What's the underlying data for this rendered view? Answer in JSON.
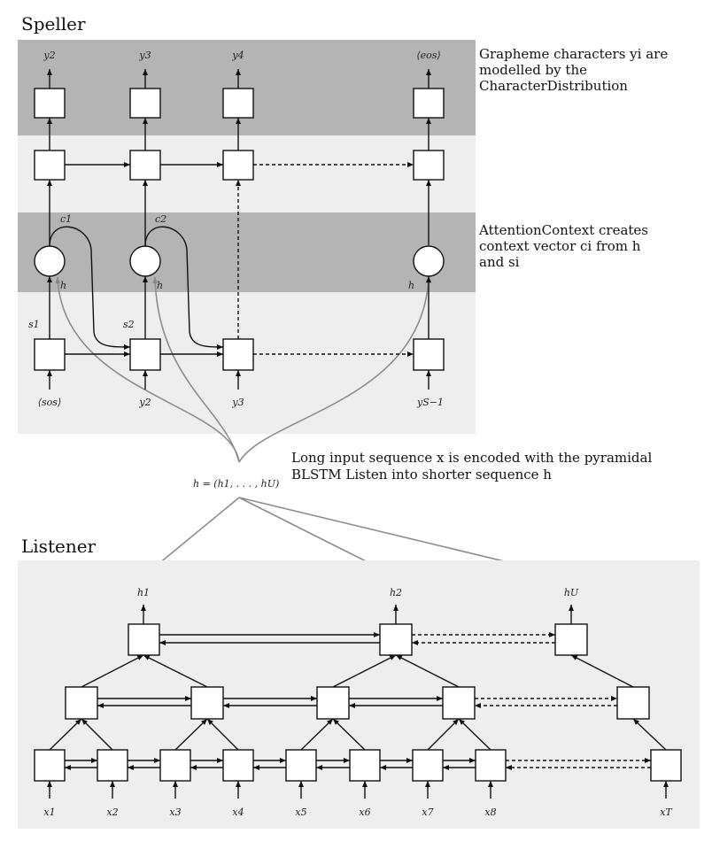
{
  "speller": {
    "title": "Speller",
    "outputs": [
      "y2",
      "y3",
      "y4",
      "⟨eos⟩"
    ],
    "attention_contexts": [
      "c1",
      "c2"
    ],
    "listener_refs": [
      "h",
      "h",
      "h"
    ],
    "states": [
      "s1",
      "s2"
    ],
    "inputs": [
      "⟨sos⟩",
      "y2",
      "y3",
      "yS−1"
    ]
  },
  "notes": {
    "grapheme": [
      "Grapheme characters yi are",
      "modelled by the",
      "CharacterDistribution"
    ],
    "attention": [
      "AttentionContext creates",
      "context vector ci from h",
      "and si"
    ],
    "encoder": [
      "Long input sequence x is encoded with the pyramidal",
      "BLSTM Listen into shorter sequence h"
    ]
  },
  "h_sequence": "h = (h1, . . . , hU)",
  "listener": {
    "title": "Listener",
    "outputs": [
      "h1",
      "h2",
      "hU"
    ],
    "inputs": [
      "x1",
      "x2",
      "x3",
      "x4",
      "x5",
      "x6",
      "x7",
      "x8",
      "xT"
    ]
  }
}
